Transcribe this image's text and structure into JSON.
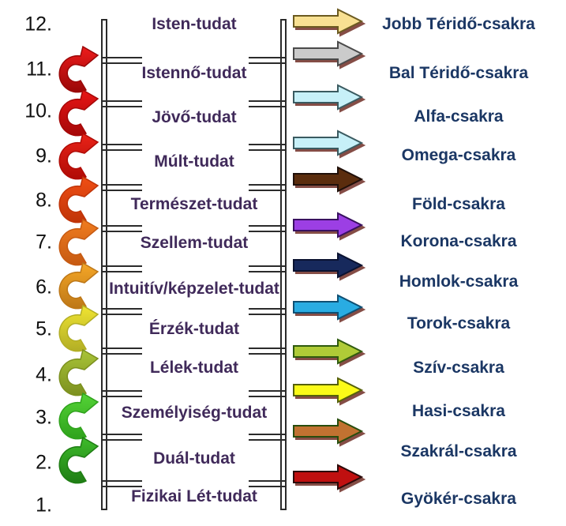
{
  "levels": [
    {
      "number": "12.",
      "consciousness": "Isten-tudat",
      "chakra": "Jobb Téridő-csakra",
      "arrow_color": "#F8E092",
      "arrow_outline": "#6b5a20"
    },
    {
      "number": "11.",
      "consciousness": "Istennő-tudat",
      "chakra": "Bal Téridő-csakra",
      "arrow_color": "#CBCBCB",
      "arrow_outline": "#4a4a4a"
    },
    {
      "number": "10.",
      "consciousness": "Jövő-tudat",
      "chakra": "Alfa-csakra",
      "arrow_color": "#C7F0F8",
      "arrow_outline": "#3a5a60"
    },
    {
      "number": "9.",
      "consciousness": "Múlt-tudat",
      "chakra": "Omega-csakra",
      "arrow_color": "#C7F0F8",
      "arrow_outline": "#3a5a60"
    },
    {
      "number": "8.",
      "consciousness": "Természet-tudat",
      "chakra": "Föld-csakra",
      "arrow_color": "#5B2D0E",
      "arrow_outline": "#20100a"
    },
    {
      "number": "7.",
      "consciousness": "Szellem-tudat",
      "chakra": "Korona-csakra",
      "arrow_color": "#9C3FE4",
      "arrow_outline": "#381060"
    },
    {
      "number": "6.",
      "consciousness": "Intuitív/képzelet-tudat",
      "chakra": "Homlok-csakra",
      "arrow_color": "#17295C",
      "arrow_outline": "#0a1230"
    },
    {
      "number": "5.",
      "consciousness": "Érzék-tudat",
      "chakra": "Torok-csakra",
      "arrow_color": "#29ACE2",
      "arrow_outline": "#0e4f73"
    },
    {
      "number": "4.",
      "consciousness": "Lélek-tudat",
      "chakra": "Szív-csakra",
      "arrow_color": "#AFCB37",
      "arrow_outline": "#2f5a0e"
    },
    {
      "number": "3.",
      "consciousness": "Személyiség-tudat",
      "chakra": "Hasi-csakra",
      "arrow_color": "#FBFB18",
      "arrow_outline": "#56610a"
    },
    {
      "number": "2.",
      "consciousness": "Duál-tudat",
      "chakra": "Szakrál-csakra",
      "arrow_color": "#C17231",
      "arrow_outline": "#274d0d"
    },
    {
      "number": "1.",
      "consciousness": "Fizikai Lét-tudat",
      "chakra": "Gyökér-csakra",
      "arrow_color": "#C01010",
      "arrow_outline": "#2b0a0a"
    }
  ],
  "spiral_arrows": [
    {
      "at_level": "11.",
      "head_color": "#ED1C1C",
      "tail_color": "#9A0707"
    },
    {
      "at_level": "10.",
      "head_color": "#E81515",
      "tail_color": "#A50808"
    },
    {
      "at_level": "9.",
      "head_color": "#EA2318",
      "tail_color": "#B00B06"
    },
    {
      "at_level": "8.",
      "head_color": "#F04F15",
      "tail_color": "#C03408"
    },
    {
      "at_level": "7.",
      "head_color": "#F07C1F",
      "tail_color": "#C65A12"
    },
    {
      "at_level": "6.",
      "head_color": "#F5A727",
      "tail_color": "#BD7717"
    },
    {
      "at_level": "5.",
      "head_color": "#F0E432",
      "tail_color": "#B2AE25"
    },
    {
      "at_level": "4.",
      "head_color": "#A9C438",
      "tail_color": "#7C901F"
    },
    {
      "at_level": "3.",
      "head_color": "#54D336",
      "tail_color": "#2FA21C"
    },
    {
      "at_level": "2.",
      "head_color": "#3EBB2B",
      "tail_color": "#1F7D14"
    }
  ],
  "colors": {
    "background": "#FFFFFF",
    "consciousness_text": "#402A5A",
    "chakra_text": "#1B3764",
    "number_text": "#111111",
    "ladder_lines": "#2B2B2B"
  }
}
